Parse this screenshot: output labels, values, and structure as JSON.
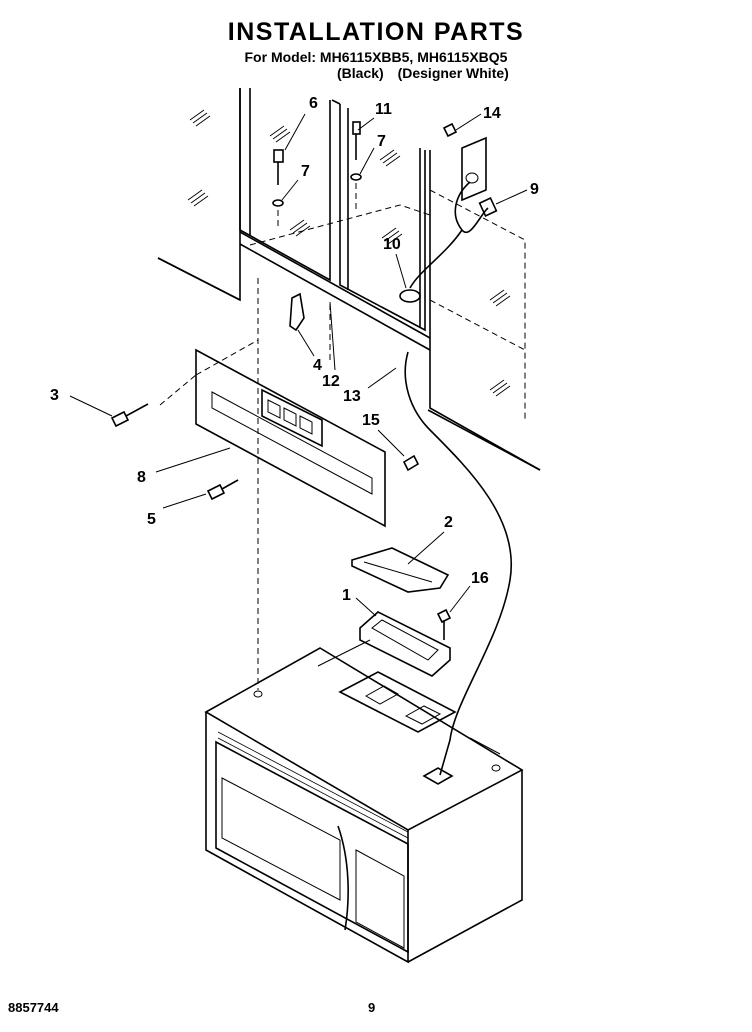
{
  "header": {
    "title": "INSTALLATION PARTS",
    "model_line": "For Model: MH6115XBB5, MH6115XBQ5",
    "variant_black": "(Black)",
    "variant_white": "(Designer White)"
  },
  "callouts": [
    "1",
    "2",
    "3",
    "4",
    "5",
    "6",
    "7",
    "7",
    "8",
    "9",
    "10",
    "11",
    "12",
    "13",
    "14",
    "15",
    "16"
  ],
  "footer": {
    "doc_number": "8857744",
    "page_number": "9"
  }
}
